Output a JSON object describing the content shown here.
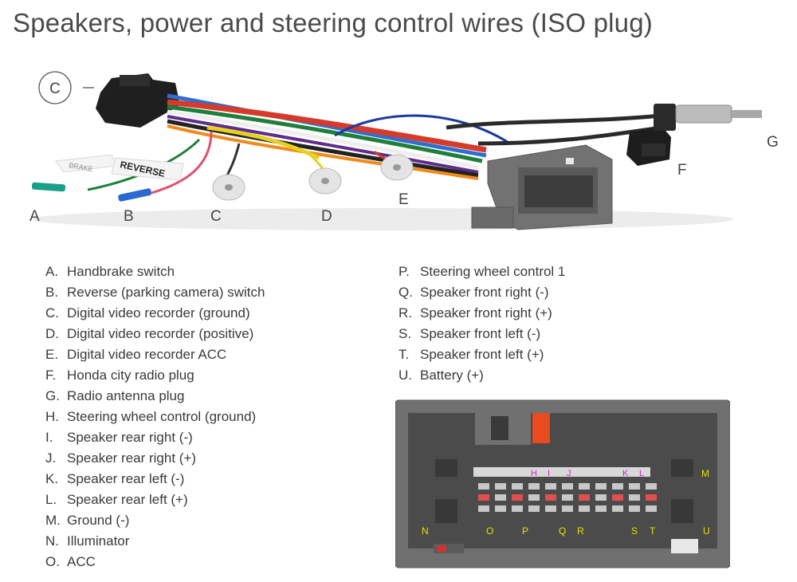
{
  "title": "Speakers, power and steering control wires (ISO plug)",
  "harness_labels": {
    "A": "A",
    "B": "B",
    "C": "C",
    "C_circle": "C",
    "D": "D",
    "E": "E",
    "F": "F",
    "G": "G",
    "brake_tag": "BRAKE",
    "reverse_tag": "REVERSE"
  },
  "legend_left": [
    {
      "key": "A.",
      "text": "Handbrake switch"
    },
    {
      "key": "B.",
      "text": "Reverse (parking camera) switch"
    },
    {
      "key": "C.",
      "text": "Digital video recorder (ground)"
    },
    {
      "key": "D.",
      "text": "Digital video recorder (positive)"
    },
    {
      "key": "E.",
      "text": "Digital video recorder ACC"
    },
    {
      "key": "F.",
      "text": "Honda city radio plug"
    },
    {
      "key": "G.",
      "text": "Radio antenna plug"
    },
    {
      "key": "H.",
      "text": "Steering wheel control (ground)"
    },
    {
      "key": "I.",
      "text": "Speaker rear right (-)"
    },
    {
      "key": "J.",
      "text": "Speaker rear right (+)"
    },
    {
      "key": "K.",
      "text": "Speaker rear left (-)"
    },
    {
      "key": "L.",
      "text": "Speaker rear left (+)"
    },
    {
      "key": "M.",
      "text": "Ground (-)"
    },
    {
      "key": "N.",
      "text": "Illuminator"
    },
    {
      "key": "O.",
      "text": "ACC"
    }
  ],
  "legend_right": [
    {
      "key": "P.",
      "text": "Steering wheel control 1"
    },
    {
      "key": "Q.",
      "text": "Speaker front right (-)"
    },
    {
      "key": "R.",
      "text": "Speaker front right (+)"
    },
    {
      "key": "S.",
      "text": "Speaker front left (-)"
    },
    {
      "key": "T.",
      "text": "Speaker front left (+)"
    },
    {
      "key": "U.",
      "text": "Battery (+)"
    }
  ],
  "connector_pins": {
    "H": "H",
    "I": "I",
    "J": "J",
    "K": "K",
    "L": "L",
    "M": "M",
    "N": "N",
    "O": "O",
    "P": "P",
    "Q": "Q",
    "R": "R",
    "S": "S",
    "T": "T",
    "U": "U"
  },
  "colors": {
    "title": "#4a4a4a",
    "pin_top_label": "#d020d0",
    "pin_bottom_label": "#e8e000",
    "connector_body": "#6f6f6f",
    "connector_inner": "#4a4a4a"
  }
}
